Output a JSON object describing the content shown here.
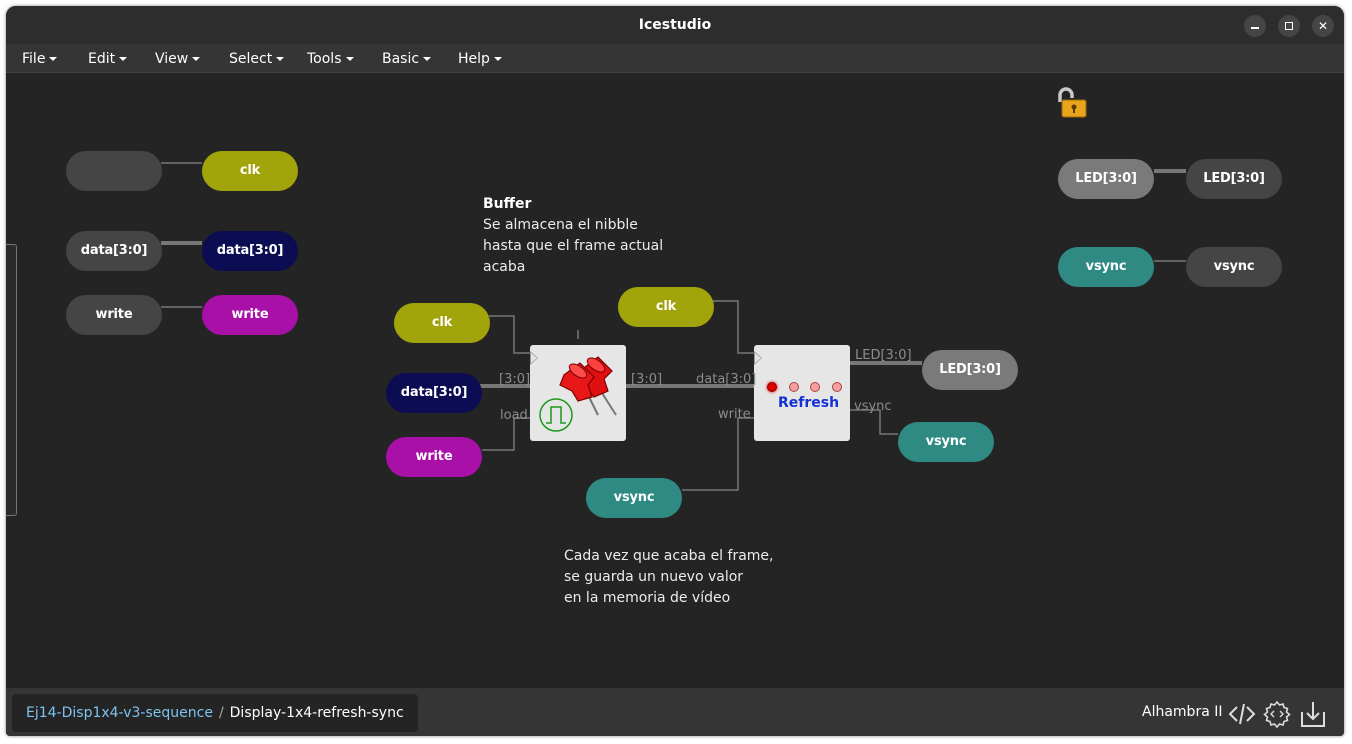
{
  "window": {
    "title": "Icestudio"
  },
  "menu": [
    "File",
    "Edit",
    "View",
    "Select",
    "Tools",
    "Basic",
    "Help"
  ],
  "inputs": {
    "clk_label": "clk",
    "data_left": "data[3:0]",
    "data_right": "data[3:0]",
    "write_left": "write",
    "write_right": "write"
  },
  "outputs": {
    "led_left": "LED[3:0]",
    "led_right": "LED[3:0]",
    "vsync_left": "vsync",
    "vsync_right": "vsync"
  },
  "notes": {
    "buffer_title": "Buffer",
    "buffer_lines": [
      "Se almacena el nibble",
      "hasta que el frame actual",
      "acaba"
    ],
    "bottom_lines": [
      "Cada vez que acaba el frame,",
      "se guarda un nuevo valor",
      "en la memoria de vídeo"
    ]
  },
  "center": {
    "clk_in": "clk",
    "data_in": "data[3:0]",
    "write_in": "write",
    "clk2": "clk",
    "vsync_in": "vsync",
    "led_out": "LED[3:0]",
    "vsync_out": "vsync",
    "reg_in_label": "[3:0]",
    "reg_load_label": "load",
    "reg_out_label": "[3:0]",
    "refresh_data_label": "data[3:0]",
    "refresh_write_label": "write",
    "refresh_led_label": "LED[3:0]",
    "refresh_vsync_label": "vsync",
    "refresh_name": "Refresh"
  },
  "status": {
    "crumb_parent": "Ej14-Disp1x4-v3-sequence",
    "crumb_sep": "/",
    "crumb_current": "Display-1x4-refresh-sync",
    "board": "Alhambra II"
  },
  "icons": [
    "lock-open-icon",
    "pushpin-icon",
    "pulse-icon",
    "code-icon",
    "gear-icon",
    "download-icon"
  ]
}
